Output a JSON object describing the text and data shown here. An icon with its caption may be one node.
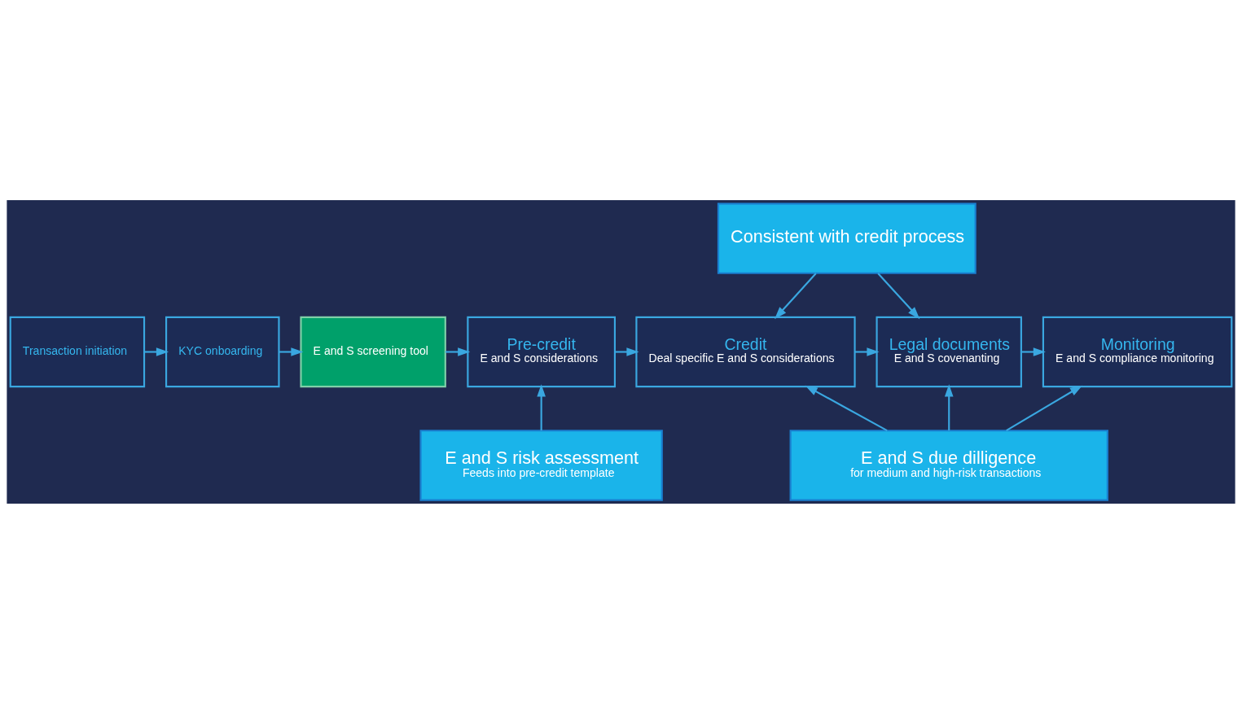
{
  "diagram": {
    "nodes": [
      {
        "text": [
          "Transaction initiation"
        ]
      },
      {
        "text": [
          "KYC onboarding"
        ]
      },
      {
        "text": [
          "E and S screening tool"
        ]
      },
      {
        "text": [
          "Pre-credit",
          "E and S considerations"
        ]
      },
      {
        "text": [
          "Credit",
          "Deal specific E and S considerations"
        ]
      },
      {
        "text": [
          "Legal documents",
          "E and S covenanting"
        ]
      },
      {
        "text": [
          "Monitoring",
          "E and S compliance monitoring"
        ]
      },
      {
        "text": [
          "Consistent with credit process"
        ]
      },
      {
        "text": [
          "E and S risk assessment",
          "Feeds into pre-credit template"
        ]
      },
      {
        "text": [
          "E and S due dilligence",
          "for medium and high-risk transactions"
        ]
      }
    ],
    "edges": [
      {
        "from": 0,
        "to": 1,
        "arrow": "to"
      },
      {
        "from": 1,
        "to": 2,
        "arrow": "to"
      },
      {
        "from": 2,
        "to": 3,
        "arrow": "to"
      },
      {
        "from": 3,
        "to": 4,
        "arrow": "to"
      },
      {
        "from": 4,
        "to": 5,
        "arrow": "to"
      },
      {
        "from": 5,
        "to": 6,
        "arrow": "to"
      },
      {
        "from": 7,
        "to": 4,
        "arrow": "to"
      },
      {
        "from": 7,
        "to": 5,
        "arrow": "to"
      },
      {
        "from": 8,
        "to": 3,
        "arrow": "to"
      },
      {
        "from": 9,
        "to": 4,
        "arrow": "to"
      },
      {
        "from": 9,
        "to": 5,
        "arrow": "to"
      },
      {
        "from": 9,
        "to": 6,
        "arrow": "to"
      }
    ]
  }
}
